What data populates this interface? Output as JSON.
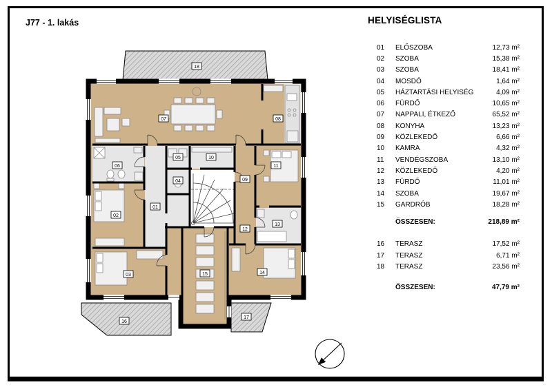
{
  "page": {
    "title": "J77 - 1. lakás"
  },
  "room_list": {
    "heading": "HELYISÉGLISTA",
    "rooms": [
      {
        "no": "01",
        "name": "ELŐSZOBA",
        "area": "12,73 m²"
      },
      {
        "no": "02",
        "name": "SZOBA",
        "area": "15,38 m²"
      },
      {
        "no": "03",
        "name": "SZOBA",
        "area": "18,41 m²"
      },
      {
        "no": "04",
        "name": "MOSDÓ",
        "area": "1,64 m²"
      },
      {
        "no": "05",
        "name": "HÁZTARTÁSI HELYISÉG",
        "area": "4,09 m²"
      },
      {
        "no": "06",
        "name": "FÜRDŐ",
        "area": "10,65 m²"
      },
      {
        "no": "07",
        "name": "NAPPALI, ÉTKEZŐ",
        "area": "65,52 m²"
      },
      {
        "no": "08",
        "name": "KONYHA",
        "area": "13,23 m²"
      },
      {
        "no": "09",
        "name": "KÖZLEKEDŐ",
        "area": "6,66 m²"
      },
      {
        "no": "10",
        "name": "KAMRA",
        "area": "4,32 m²"
      },
      {
        "no": "11",
        "name": "VENDÉGSZOBA",
        "area": "13,10 m²"
      },
      {
        "no": "12",
        "name": "KÖZLEKEDŐ",
        "area": "4,20 m²"
      },
      {
        "no": "13",
        "name": "FÜRDŐ",
        "area": "11,01 m²"
      },
      {
        "no": "14",
        "name": "SZOBA",
        "area": "19,67 m²"
      },
      {
        "no": "15",
        "name": "GARDRÓB",
        "area": "18,28 m²"
      }
    ],
    "total_label": "ÖSSZESEN:",
    "total_area": "218,89 m²",
    "terraces": [
      {
        "no": "16",
        "name": "TERASZ",
        "area": "17,52 m²"
      },
      {
        "no": "17",
        "name": "TERASZ",
        "area": "6,71 m²"
      },
      {
        "no": "18",
        "name": "TERASZ",
        "area": "23,56 m²"
      }
    ],
    "terrace_total_label": "ÖSSZESEN:",
    "terrace_total_area": "47,79 m²"
  },
  "floor_plan": {
    "labels": [
      "01",
      "02",
      "03",
      "04",
      "05",
      "06",
      "07",
      "08",
      "09",
      "10",
      "11",
      "12",
      "13",
      "14",
      "15",
      "16",
      "17",
      "18"
    ]
  },
  "colors": {
    "wall": "#000000",
    "wood_floor": "#cdb28a",
    "tile_floor": "#e6e6e6",
    "terrace_fill": "#d9d9d9",
    "terrace_hatch": "#a3a3a3"
  }
}
